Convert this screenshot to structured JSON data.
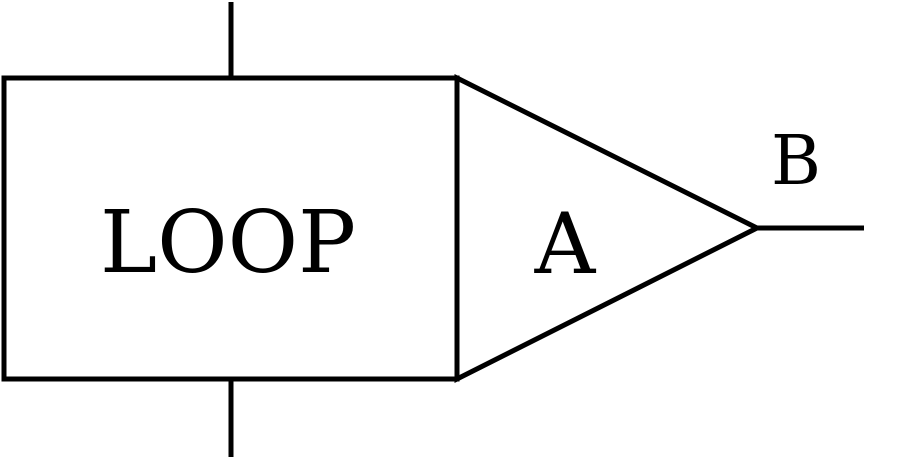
{
  "diagram": {
    "loop_label": "LOOP",
    "amplifier_label": "A",
    "output_label": "B",
    "colors": {
      "stroke": "#000000",
      "text": "#000000",
      "background": "#ffffff"
    }
  }
}
